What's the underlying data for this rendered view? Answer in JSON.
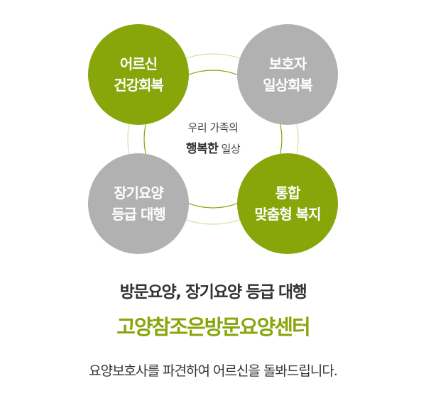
{
  "colors": {
    "green": "#88a50a",
    "gray": "#b1b1b1"
  },
  "circles": [
    {
      "line1": "어르신",
      "line2": "건강회복"
    },
    {
      "line1": "보호자",
      "line2": "일상회복"
    },
    {
      "line1": "장기요양",
      "line2": "등급 대행"
    },
    {
      "line1": "통합",
      "line2": "맞춤형 복지"
    }
  ],
  "center": {
    "line1": "우리 가족의",
    "bold": "행복한",
    "rest": "일상"
  },
  "headline": "방문요양, 장기요양 등급 대행",
  "brand": "고양참조은방문요양센터",
  "description": "요양보호사를 파견하여 어르신을 돌봐드립니다."
}
